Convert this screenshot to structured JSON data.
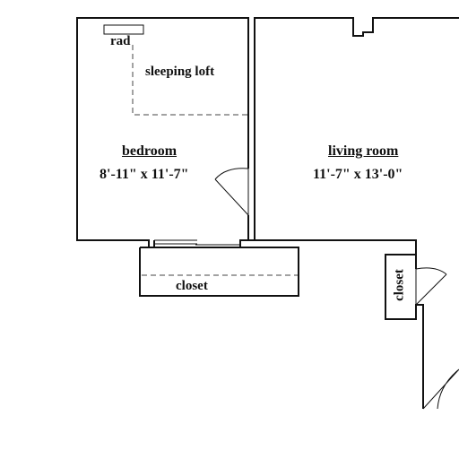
{
  "rooms": {
    "bedroom": {
      "name": "bedroom",
      "dimensions": "8'-11\" x 11'-7\""
    },
    "living_room": {
      "name": "living room",
      "dimensions": "11'-7\" x 13'-0\""
    }
  },
  "features": {
    "radiator": "rad",
    "sleeping_loft": "sleeping loft",
    "bedroom_closet": "closet",
    "hall_closet": "closet"
  }
}
